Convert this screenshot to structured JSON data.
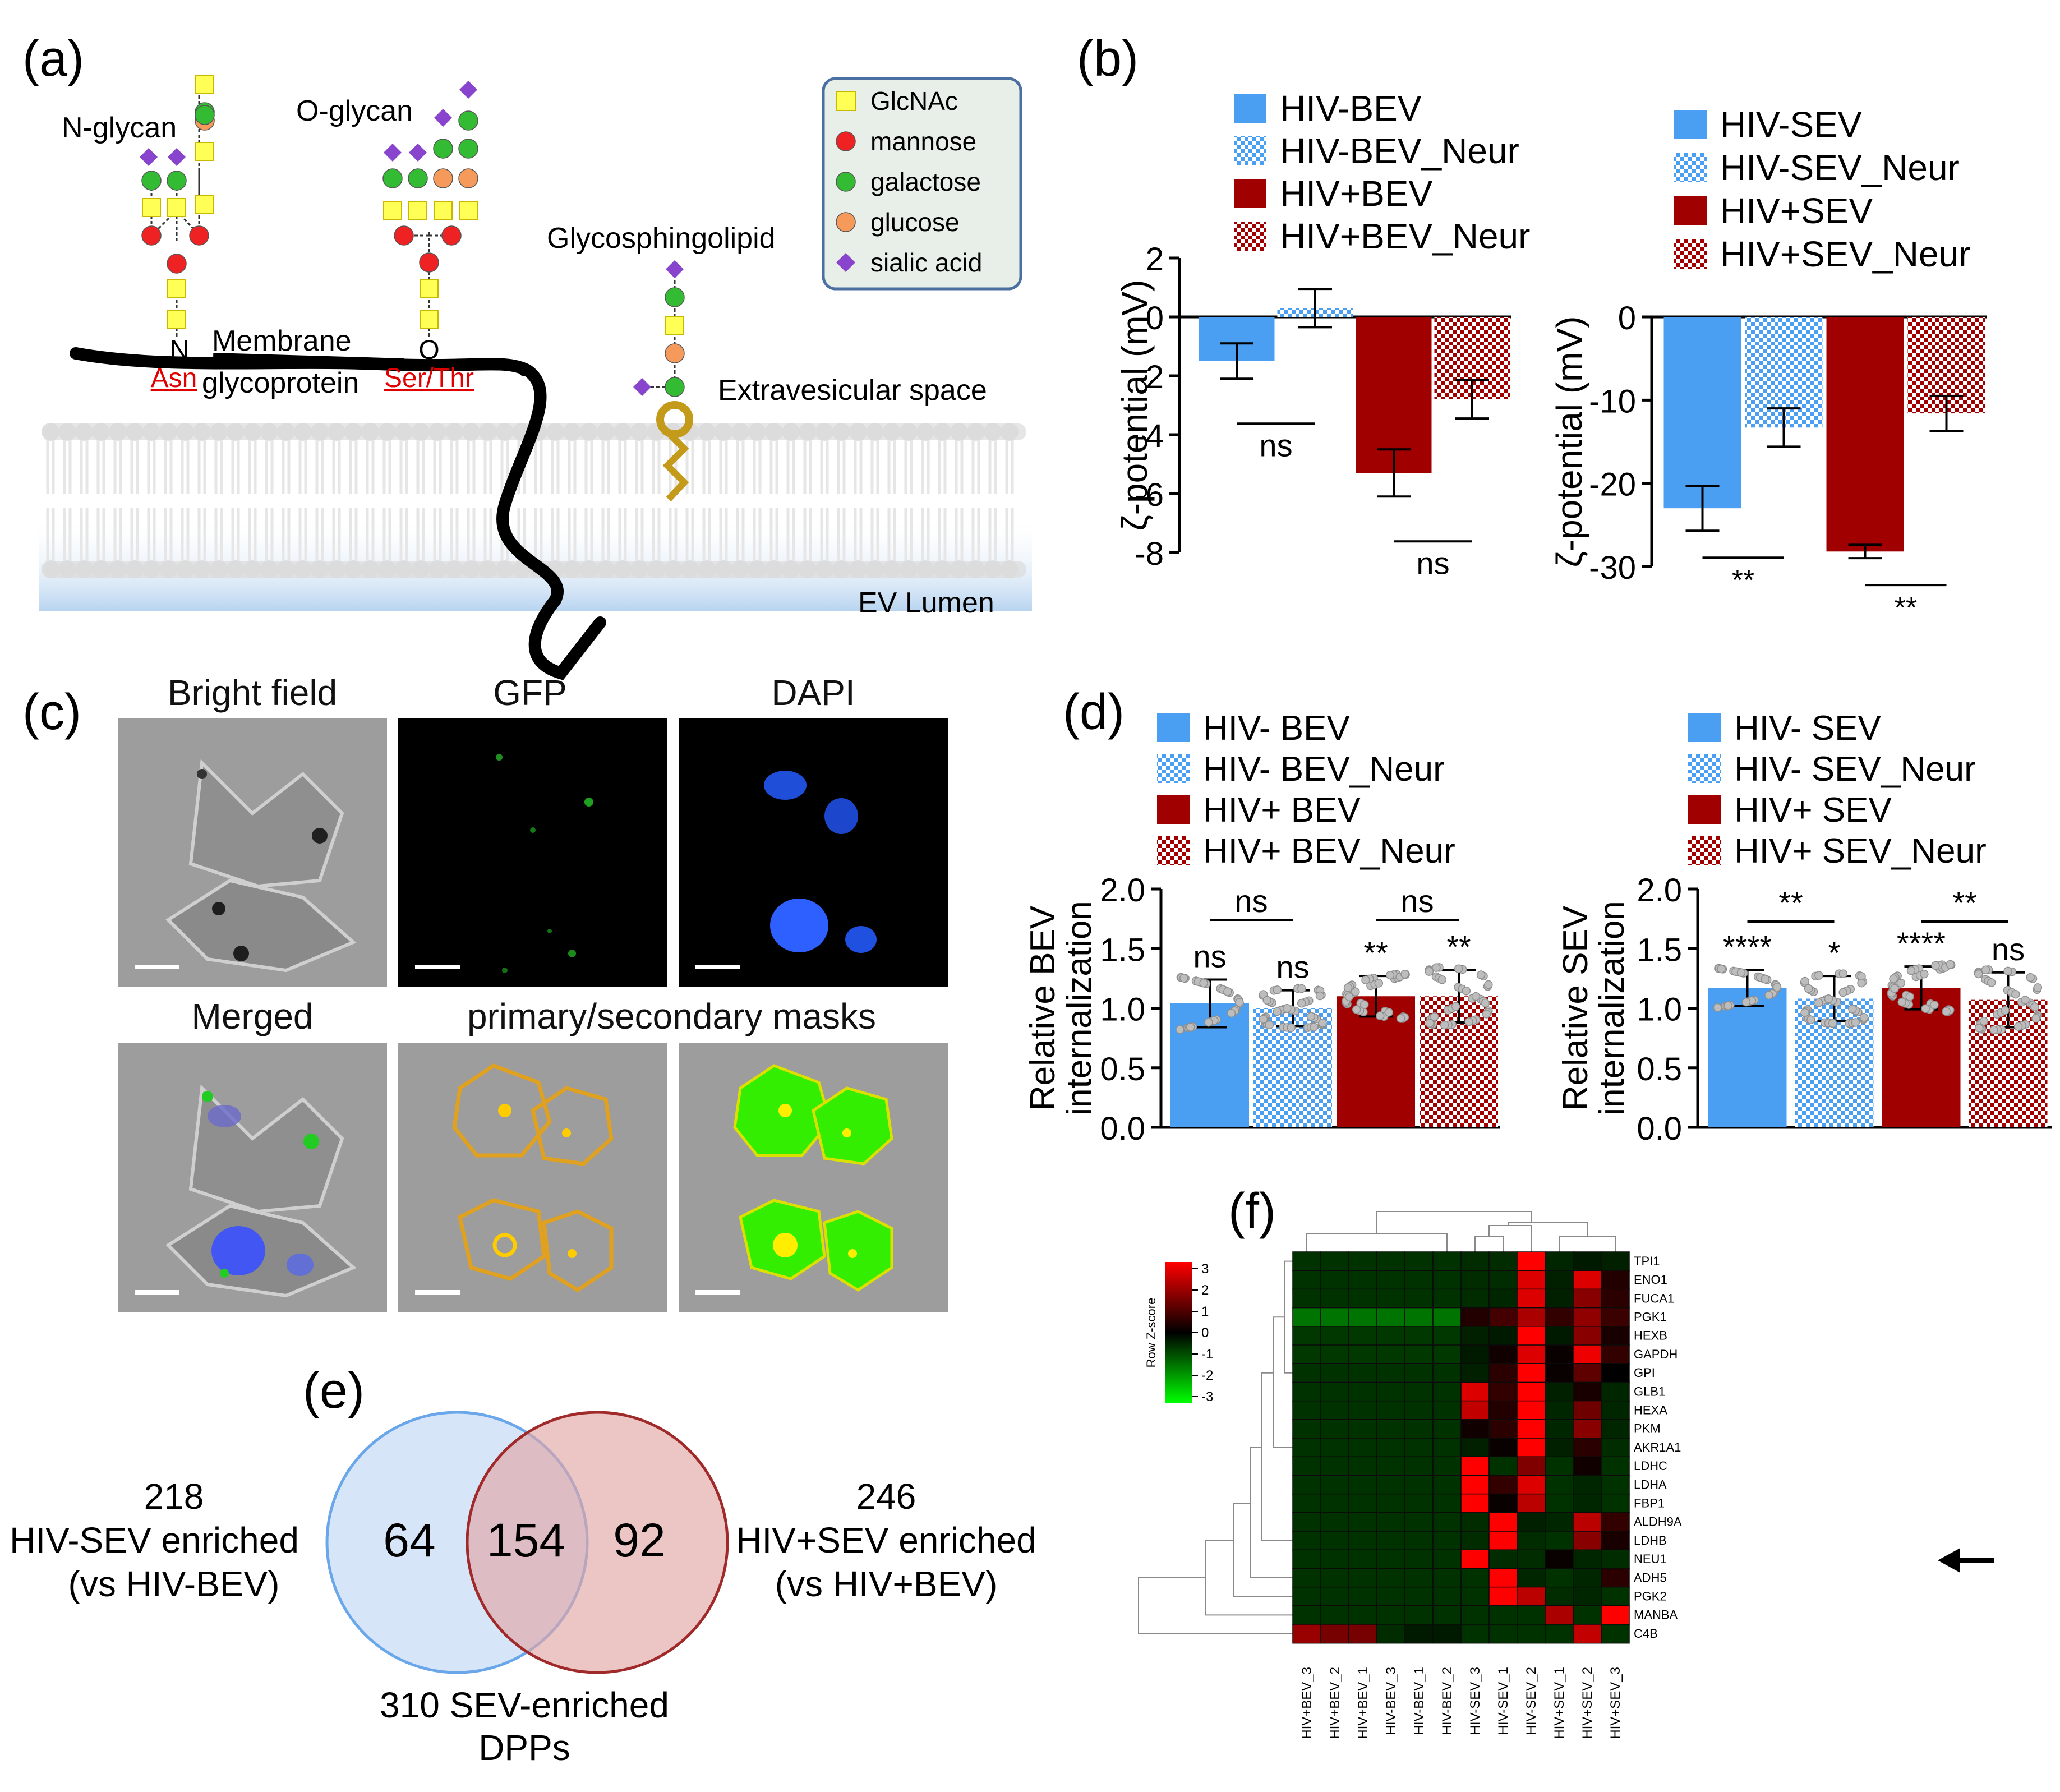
{
  "panels": {
    "a": "(a)",
    "b": "(b)",
    "c": "(c)",
    "d": "(d)",
    "e": "(e)",
    "f": "(f)"
  },
  "glycan": {
    "n_glycan": "N-glycan",
    "o_glycan": "O-glycan",
    "glycosphingolipid": "Glycosphingolipid",
    "membrane": "Membrane",
    "glycoprotein": "glycoprotein",
    "asn": "Asn",
    "ser_thr": "Ser/Thr",
    "n_atom": "N",
    "o_atom": "O",
    "extravesicular": "Extravesicular space",
    "ev_lumen": "EV Lumen",
    "legend": [
      {
        "label": "GlcNAc",
        "color": "#ffff55",
        "shape": "square"
      },
      {
        "label": "mannose",
        "color": "#ee2222",
        "shape": "circle"
      },
      {
        "label": "galactose",
        "color": "#33bb33",
        "shape": "circle"
      },
      {
        "label": "glucose",
        "color": "#f59a5a",
        "shape": "circle"
      },
      {
        "label": "sialic acid",
        "color": "#8844cc",
        "shape": "diamond"
      }
    ]
  },
  "chart_data": [
    {
      "id": "b-left",
      "type": "bar",
      "ylabel": "ζ-potential (mV)",
      "ylim": [
        -8,
        2
      ],
      "yticks": [
        2,
        0,
        -2,
        -4,
        -6,
        -8
      ],
      "legend": [
        "HIV-BEV",
        "HIV-BEV_Neur",
        "HIV+BEV",
        "HIV+BEV_Neur"
      ],
      "values": [
        -1.5,
        0.3,
        -5.3,
        -2.8
      ],
      "errors": [
        0.6,
        0.65,
        0.8,
        0.65
      ],
      "significance": [
        {
          "pair": [
            0,
            1
          ],
          "label": "ns"
        },
        {
          "pair": [
            2,
            3
          ],
          "label": "ns"
        }
      ]
    },
    {
      "id": "b-right",
      "type": "bar",
      "ylabel": "ζ-potential (mV)",
      "ylim": [
        -30,
        0
      ],
      "yticks": [
        0,
        -10,
        -20,
        -30
      ],
      "legend": [
        "HIV-SEV",
        "HIV-SEV_Neur",
        "HIV+SEV",
        "HIV+SEV_Neur"
      ],
      "values": [
        -23,
        -13.3,
        -28.2,
        -11.6
      ],
      "errors": [
        2.7,
        2.3,
        0.8,
        2.1
      ],
      "significance": [
        {
          "pair": [
            0,
            1
          ],
          "label": "**"
        },
        {
          "pair": [
            2,
            3
          ],
          "label": "**"
        }
      ]
    },
    {
      "id": "d-left",
      "type": "bar",
      "ylabel": "Relative BEV internalization",
      "ylim": [
        0,
        2
      ],
      "yticks": [
        "2.0",
        "1.5",
        "1.0",
        "0.5",
        "0.0"
      ],
      "legend": [
        "HIV- BEV",
        "HIV- BEV_Neur",
        "HIV+ BEV",
        "HIV+ BEV_Neur"
      ],
      "values": [
        1.04,
        1.0,
        1.1,
        1.1
      ],
      "errors": [
        0.2,
        0.15,
        0.17,
        0.22
      ],
      "bar_labels": [
        "ns",
        "ns",
        "**",
        "**"
      ],
      "significance": [
        {
          "pair": [
            0,
            1
          ],
          "label": "ns"
        },
        {
          "pair": [
            2,
            3
          ],
          "label": "ns"
        }
      ]
    },
    {
      "id": "d-right",
      "type": "bar",
      "ylabel": "Relative SEV internalization",
      "ylim": [
        0,
        2
      ],
      "yticks": [
        "2.0",
        "1.5",
        "1.0",
        "0.5",
        "0.0"
      ],
      "legend": [
        "HIV- SEV",
        "HIV- SEV_Neur",
        "HIV+ SEV",
        "HIV+ SEV_Neur"
      ],
      "values": [
        1.17,
        1.08,
        1.17,
        1.07
      ],
      "errors": [
        0.15,
        0.19,
        0.18,
        0.23
      ],
      "bar_labels": [
        "****",
        "*",
        "****",
        "ns"
      ],
      "significance": [
        {
          "pair": [
            0,
            1
          ],
          "label": "**"
        },
        {
          "pair": [
            2,
            3
          ],
          "label": "**"
        }
      ]
    },
    {
      "id": "f-heatmap",
      "type": "heatmap",
      "scale_title": "Row Z-score",
      "scale_ticks": [
        "3",
        "2",
        "1",
        "0",
        "-1",
        "-2",
        "-3"
      ],
      "rows": [
        "TPI1",
        "ENO1",
        "FUCA1",
        "PGK1",
        "HEXB",
        "GAPDH",
        "GPI",
        "GLB1",
        "HEXA",
        "PKM",
        "AKR1A1",
        "LDHC",
        "LDHA",
        "FBP1",
        "ALDH9A",
        "LDHB",
        "NEU1",
        "ADH5",
        "PGK2",
        "MANBA",
        "C4B"
      ],
      "columns": [
        "HIV+BEV_3",
        "HIV+BEV_2",
        "HIV+BEV_1",
        "HIV-BEV_3",
        "HIV-BEV_1",
        "HIV-BEV_2",
        "HIV-SEV_3",
        "HIV-SEV_1",
        "HIV-SEV_2",
        "HIV+SEV_1",
        "HIV+SEV_2",
        "HIV+SEV_3"
      ],
      "values": [
        [
          -0.5,
          -0.5,
          -0.5,
          -0.5,
          -0.5,
          -0.5,
          -0.4,
          -0.4,
          3,
          -0.3,
          -0.1,
          -0.2
        ],
        [
          -0.5,
          -0.5,
          -0.5,
          -0.5,
          -0.5,
          -0.5,
          -0.4,
          -0.4,
          2.6,
          -0.2,
          2.6,
          0.4
        ],
        [
          -0.5,
          -0.5,
          -0.5,
          -0.5,
          -0.5,
          -0.5,
          -0.4,
          -0.3,
          2.6,
          -0.2,
          1.6,
          0.5
        ],
        [
          -1.6,
          -1.6,
          -1.6,
          -1.6,
          -1.6,
          -1.6,
          0.4,
          0.8,
          2.0,
          0.6,
          1.7,
          0.7
        ],
        [
          -0.6,
          -0.6,
          -0.6,
          -0.6,
          -0.6,
          -0.6,
          -0.2,
          -0.1,
          3,
          -0.1,
          1.6,
          0.3
        ],
        [
          -0.6,
          -0.6,
          -0.6,
          -0.6,
          -0.6,
          -0.6,
          -0.1,
          0.2,
          2.6,
          0.1,
          2.8,
          0.6
        ],
        [
          -0.5,
          -0.5,
          -0.5,
          -0.5,
          -0.5,
          -0.5,
          -0.2,
          0.5,
          3,
          0.1,
          1.1,
          0.0
        ],
        [
          -0.5,
          -0.5,
          -0.5,
          -0.5,
          -0.5,
          -0.5,
          2.6,
          0.6,
          3,
          -0.2,
          0.3,
          -0.3
        ],
        [
          -0.5,
          -0.5,
          -0.5,
          -0.5,
          -0.5,
          -0.5,
          2.3,
          0.4,
          3,
          -0.3,
          1.3,
          -0.3
        ],
        [
          -0.5,
          -0.5,
          -0.5,
          -0.5,
          -0.5,
          -0.5,
          0.2,
          0.5,
          3,
          -0.3,
          1.6,
          -0.3
        ],
        [
          -0.5,
          -0.5,
          -0.5,
          -0.5,
          -0.5,
          -0.5,
          -0.2,
          0.1,
          3,
          -0.2,
          0.5,
          -0.4
        ],
        [
          -0.5,
          -0.5,
          -0.5,
          -0.5,
          -0.5,
          -0.5,
          3,
          -0.5,
          1.5,
          -0.5,
          0.2,
          -0.5
        ],
        [
          -0.5,
          -0.5,
          -0.5,
          -0.5,
          -0.5,
          -0.5,
          3,
          0.6,
          2.6,
          -0.5,
          -0.3,
          -0.5
        ],
        [
          -0.5,
          -0.5,
          -0.5,
          -0.5,
          -0.5,
          -0.5,
          3,
          0.1,
          2.2,
          -0.5,
          -0.3,
          -0.5
        ],
        [
          -0.5,
          -0.5,
          -0.5,
          -0.5,
          -0.5,
          -0.5,
          -0.4,
          3,
          -0.2,
          -0.3,
          2.2,
          0.6
        ],
        [
          -0.5,
          -0.5,
          -0.5,
          -0.5,
          -0.5,
          -0.5,
          -0.4,
          3,
          -0.4,
          -0.5,
          1.6,
          0.3
        ],
        [
          -0.5,
          -0.5,
          -0.5,
          -0.5,
          -0.5,
          -0.5,
          3,
          -0.4,
          -0.4,
          0.1,
          -0.3,
          -0.4
        ],
        [
          -0.5,
          -0.5,
          -0.5,
          -0.5,
          -0.5,
          -0.5,
          -0.5,
          3,
          -0.3,
          -0.5,
          -0.3,
          0.5
        ],
        [
          -0.5,
          -0.5,
          -0.5,
          -0.5,
          -0.5,
          -0.5,
          -0.5,
          3,
          2.2,
          -0.4,
          -0.3,
          -0.5
        ],
        [
          -0.5,
          -0.5,
          -0.5,
          -0.5,
          -0.5,
          -0.5,
          -0.5,
          -0.5,
          -0.5,
          2.0,
          -0.5,
          3
        ],
        [
          1.8,
          1.4,
          1.4,
          -0.4,
          -0.1,
          -0.1,
          -0.5,
          -0.5,
          -0.5,
          -0.5,
          2.3,
          -0.5
        ]
      ]
    }
  ],
  "microscopy": {
    "titles": [
      "Bright field",
      "GFP",
      "DAPI",
      "Merged",
      "primary/secondary masks"
    ]
  },
  "venn": {
    "left_only": "64",
    "overlap": "154",
    "right_only": "92",
    "left_count": "218",
    "left_label": "HIV-SEV enriched",
    "left_sub": "(vs HIV-BEV)",
    "right_count": "246",
    "right_label": "HIV+SEV enriched",
    "right_sub": "(vs HIV+BEV)",
    "bottom_1": "310 SEV-enriched",
    "bottom_2": "DPPs"
  },
  "colors": {
    "blue": "#4b9ff2",
    "red": "#a00000",
    "light_blue_pattern": "#b9d8f8",
    "light_red_pattern": "#e8b5b5"
  }
}
